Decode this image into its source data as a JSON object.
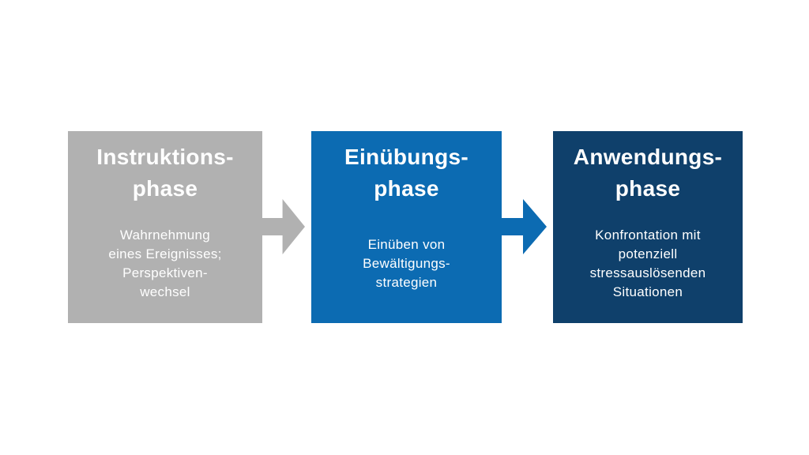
{
  "diagram": {
    "background_color": "#ffffff",
    "phases": [
      {
        "id": "instruktionsphase",
        "title": "Instruktions-\nphase",
        "body": "Wahrnehmung\neines Ereignisses;\nPerspektiven-\nwechsel",
        "box_color": "#b1b1b1",
        "text_color": "#ffffff"
      },
      {
        "id": "einuebungsphase",
        "title": "Einübungs-\nphase",
        "body": "Einüben von\nBewältigungs-\nstrategien",
        "box_color": "#0c6bb2",
        "text_color": "#ffffff"
      },
      {
        "id": "anwendungsphase",
        "title": "Anwendungs-\nphase",
        "body": "Konfrontation mit\npotenziell\nstressauslösenden\nSituationen",
        "box_color": "#0f406b",
        "text_color": "#ffffff"
      }
    ],
    "arrows": [
      {
        "from": "instruktionsphase",
        "to": "einuebungsphase",
        "direction": "right",
        "color": "#b1b1b1"
      },
      {
        "from": "einuebungsphase",
        "to": "anwendungsphase",
        "direction": "right",
        "color": "#0c6bb2"
      }
    ]
  }
}
